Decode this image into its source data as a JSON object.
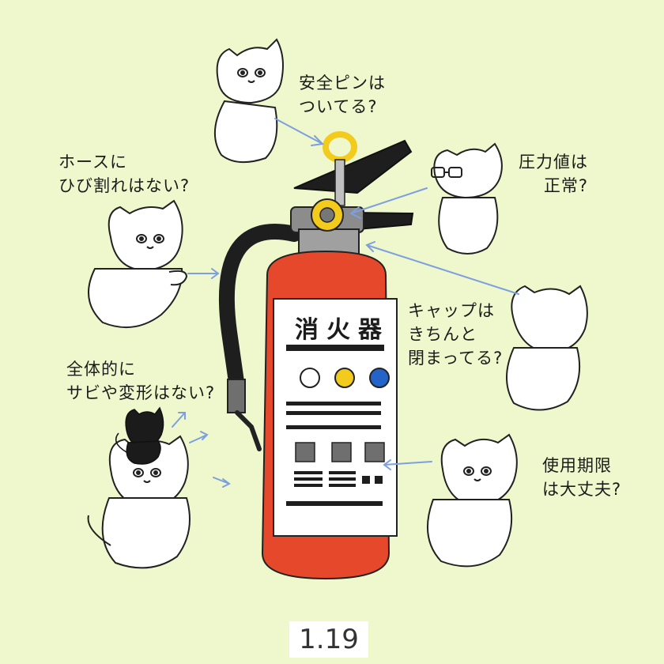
{
  "extinguisher": {
    "label": "消火器",
    "body_color": "#e5482a",
    "hose_color": "#1e1e1e",
    "valve_color": "#f2cb1d",
    "indicator_colors": [
      "#ffffff",
      "#f2cb1d",
      "#2464c8"
    ]
  },
  "questions": [
    {
      "id": "safety-pin",
      "text": "安全ピンは\nついてる?"
    },
    {
      "id": "hose",
      "text": "ホースに\nひび割れはない?"
    },
    {
      "id": "pressure",
      "text": "圧力値は\n正常?"
    },
    {
      "id": "cap",
      "text": "キャップは\nきちんと\n閉まってる?"
    },
    {
      "id": "body",
      "text": "全体的に\nサビや変形はない?"
    },
    {
      "id": "expiry",
      "text": "使用期限\nは大丈夫?"
    }
  ],
  "date": "1.19",
  "colors": {
    "background": "#eef8cc",
    "arrow": "#7d9fe0",
    "cat": "#ffffff",
    "black_cat": "#1b1b1b"
  }
}
